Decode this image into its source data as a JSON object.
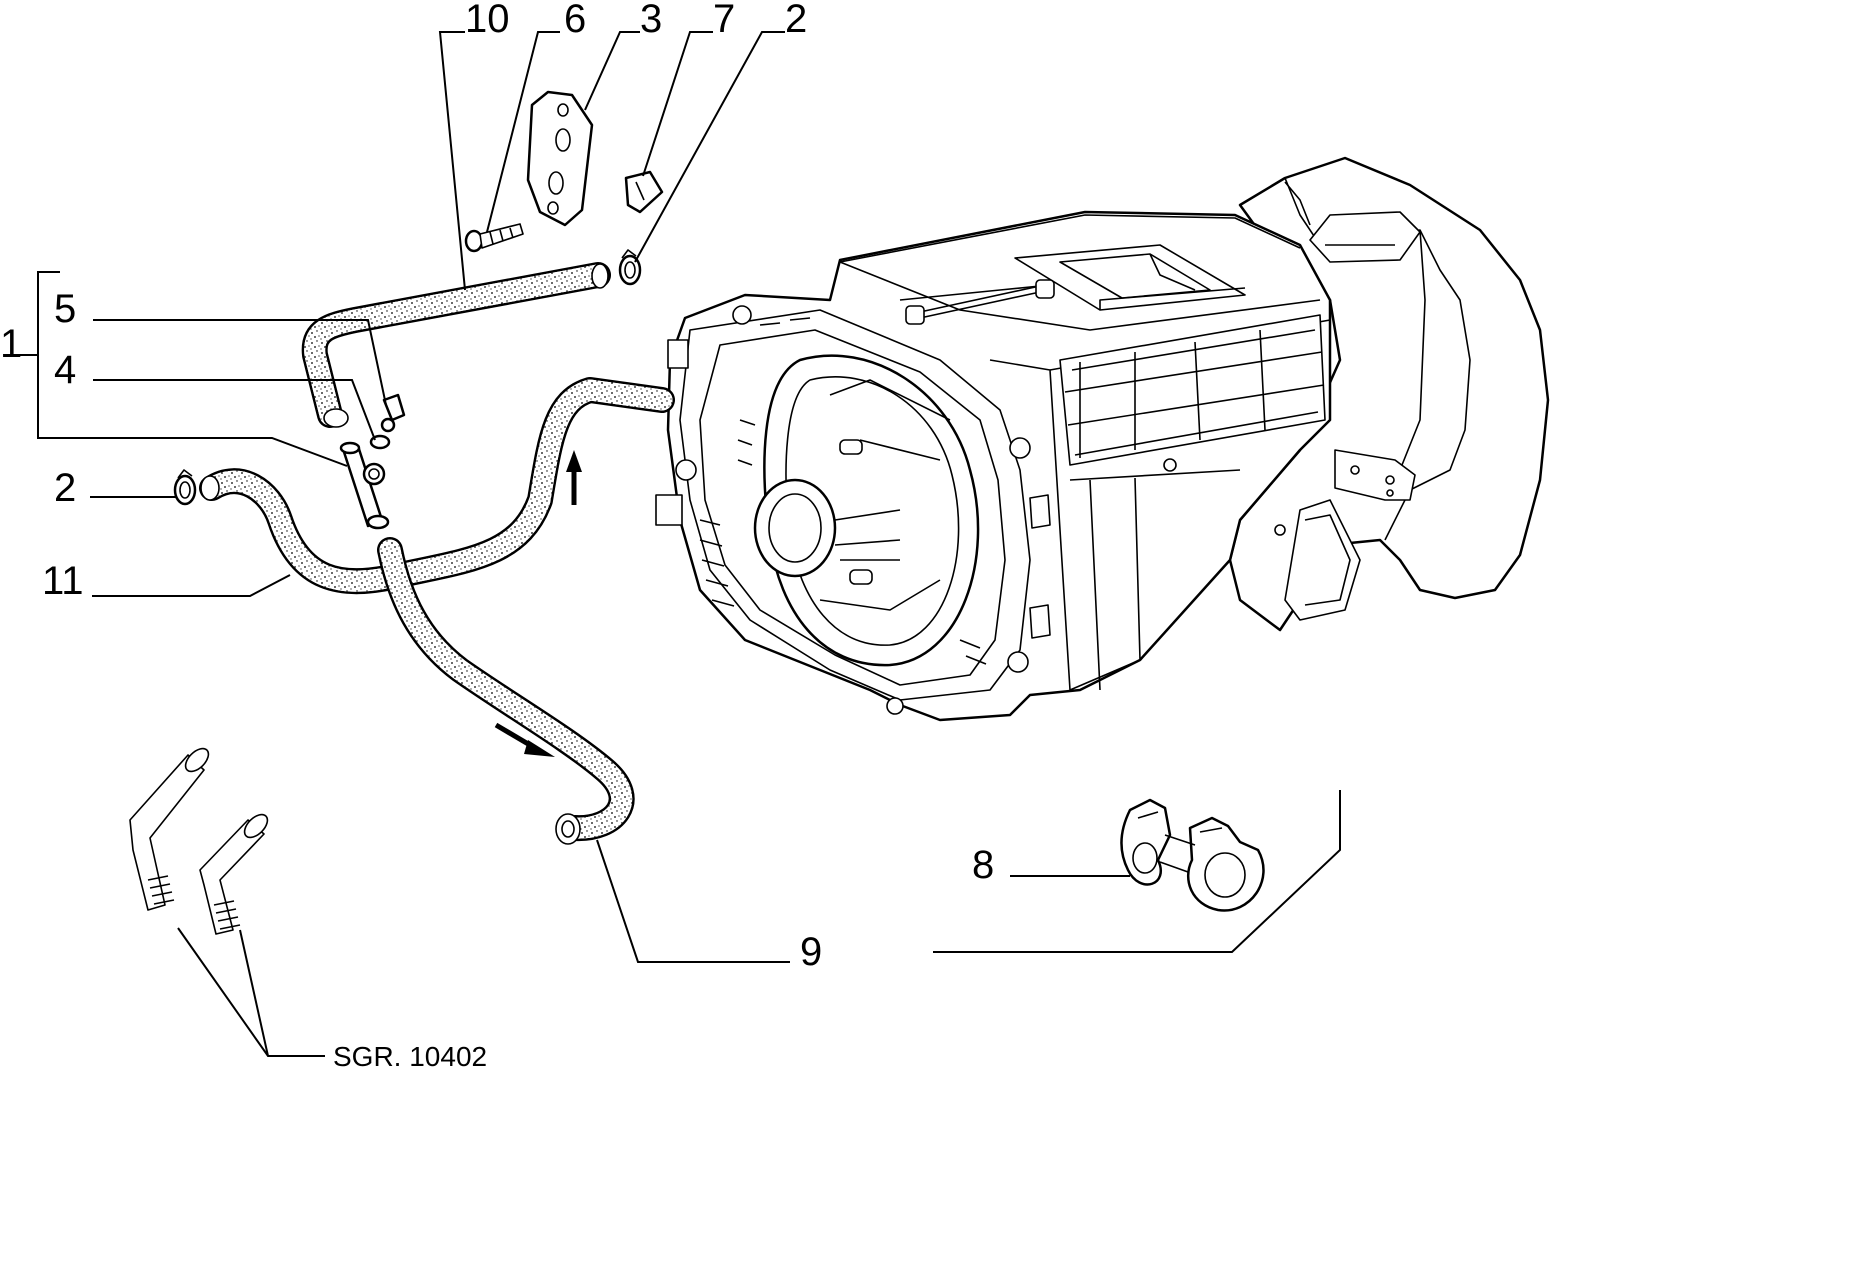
{
  "callouts": [
    {
      "id": "c10",
      "text": "10"
    },
    {
      "id": "c6",
      "text": "6"
    },
    {
      "id": "c3",
      "text": "3"
    },
    {
      "id": "c7",
      "text": "7"
    },
    {
      "id": "c2a",
      "text": "2"
    },
    {
      "id": "c5",
      "text": "5"
    },
    {
      "id": "c1",
      "text": "1"
    },
    {
      "id": "c4",
      "text": "4"
    },
    {
      "id": "c2b",
      "text": "2"
    },
    {
      "id": "c11",
      "text": "11"
    },
    {
      "id": "c8",
      "text": "8"
    },
    {
      "id": "c9",
      "text": "9"
    }
  ],
  "drawing_code": "SGR. 10402",
  "colors": {
    "ink": "#000000",
    "paper": "#ffffff"
  }
}
